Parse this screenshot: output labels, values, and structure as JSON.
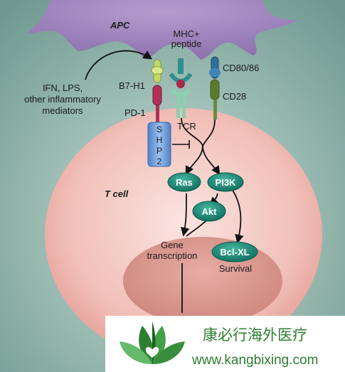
{
  "labels": {
    "apc": "APC",
    "mhc_line1": "MHC+",
    "mhc_line2": "peptide",
    "cd80_86": "CD80/86",
    "b7h1": "B7-H1",
    "cd28": "CD28",
    "mediators_line1": "IFN, LPS,",
    "mediators_line2": "other inflammatory",
    "mediators_line3": "mediators",
    "pd1": "PD-1",
    "tcr": "TCR",
    "shp2_1": "S",
    "shp2_2": "H",
    "shp2_3": "P",
    "shp2_4": "2",
    "tcell": "T cell",
    "gene_line1": "Gene",
    "gene_line2": "transcription",
    "survival": "Survival"
  },
  "nodes": {
    "ras": "Ras",
    "pi3k": "PI3K",
    "akt": "Akt",
    "bclxl": "Bcl-XL"
  },
  "watermark": {
    "chinese": "康必行海外医疗",
    "url": "www.kangbixing.com"
  },
  "colors": {
    "background": "#7aa39a",
    "apc": "#9a80b8",
    "cell": "#f0bcb6",
    "nucleus": "#d99890",
    "node": "#1f8a78",
    "shp2": "#6f9ed8",
    "pd1": "#b0305a",
    "b7h1": "#c4d86a",
    "watermark_green": "#2e7d32"
  }
}
